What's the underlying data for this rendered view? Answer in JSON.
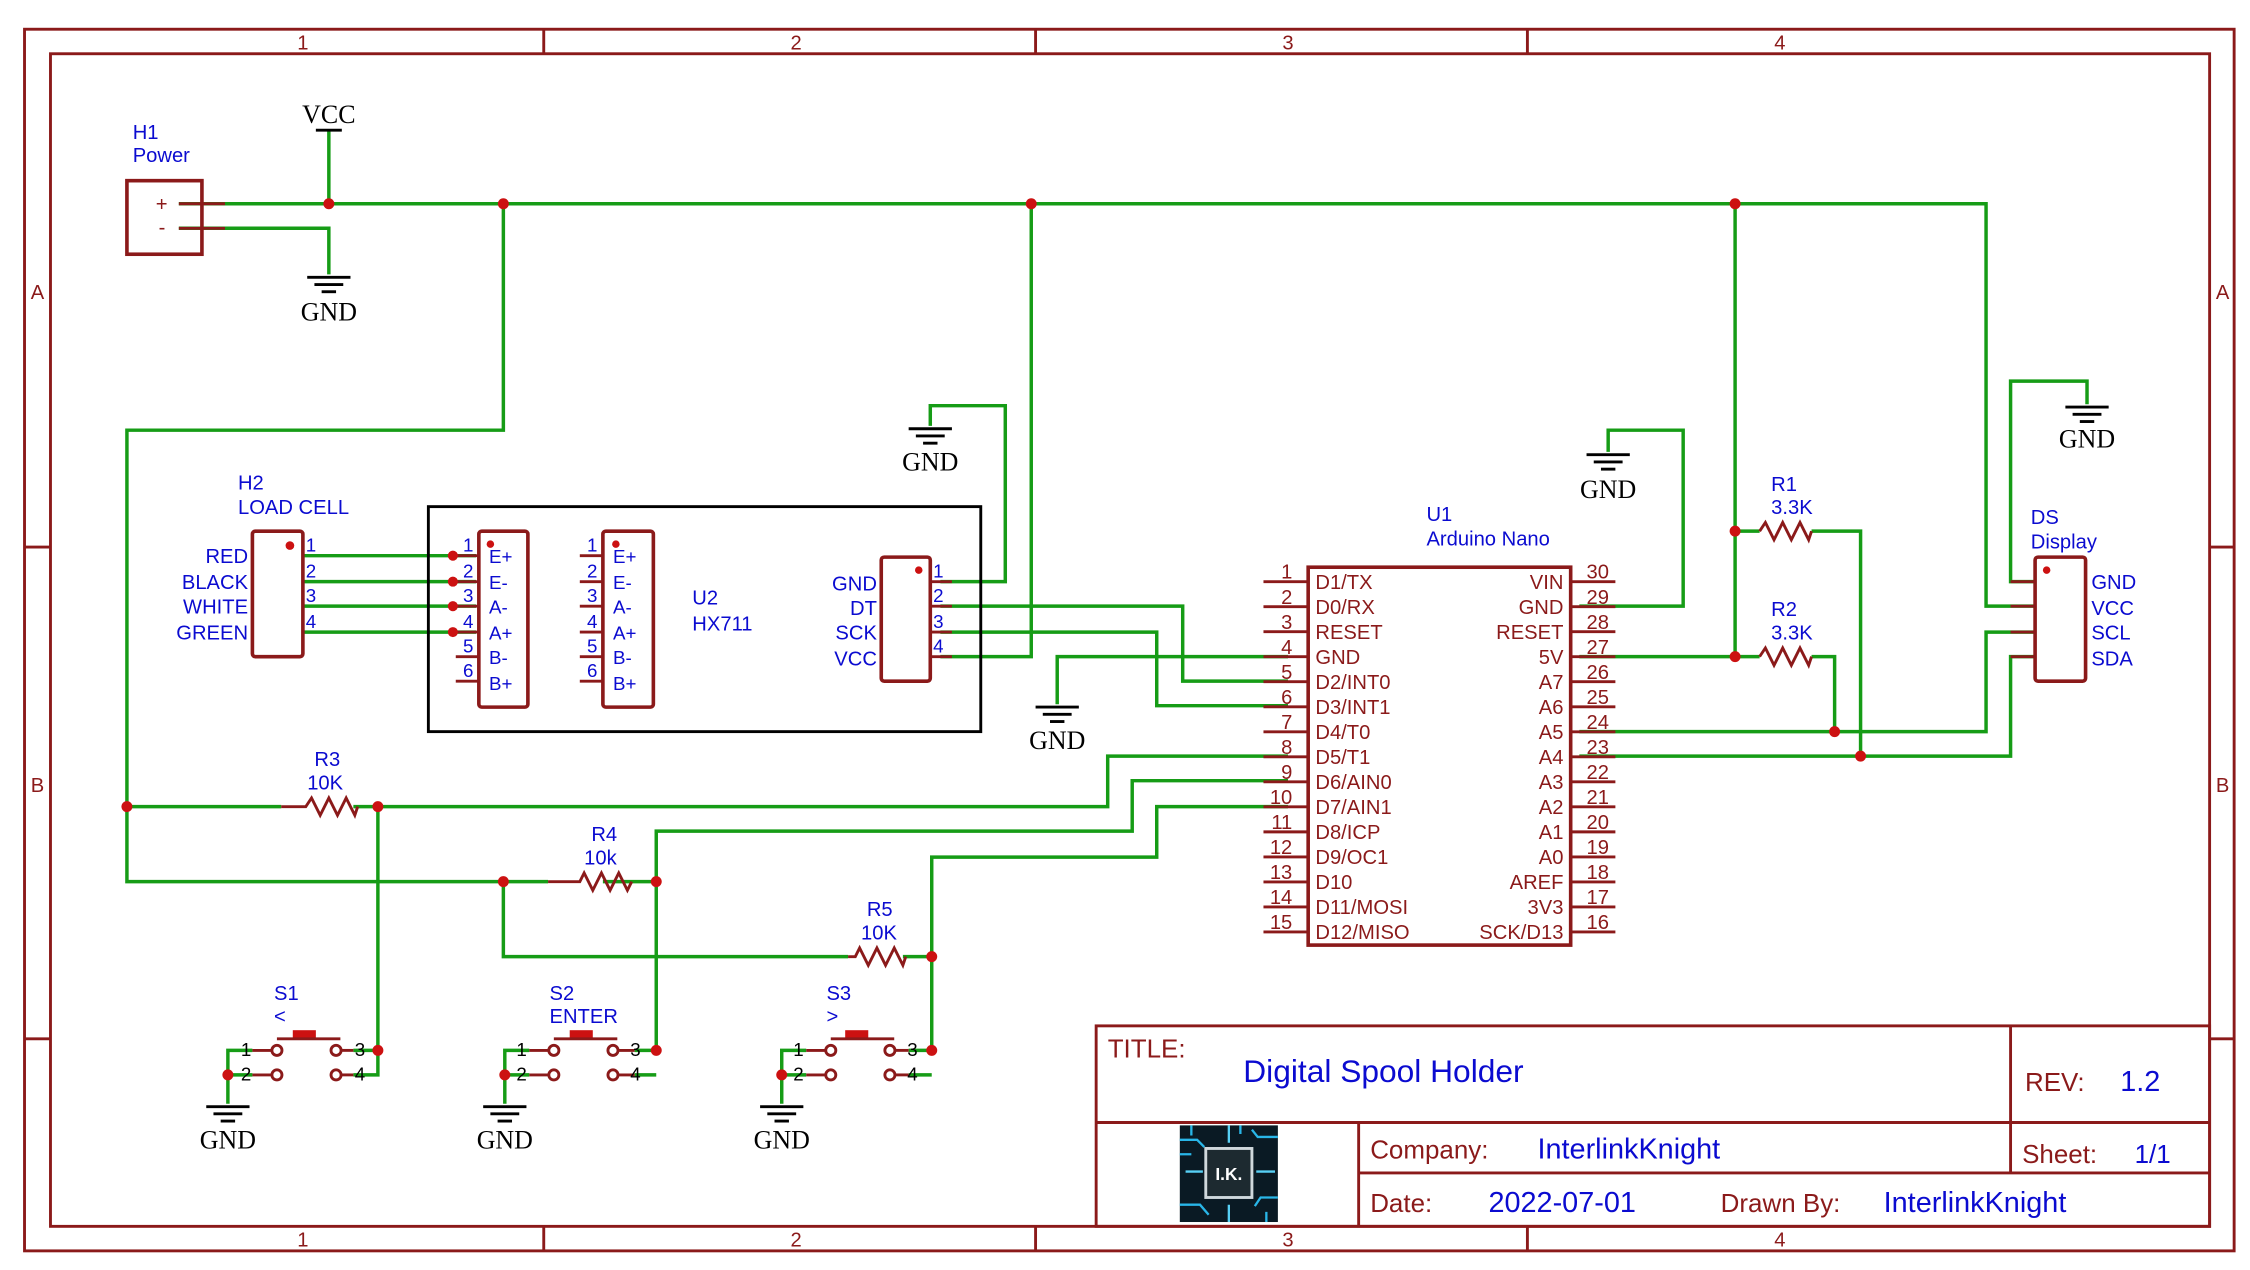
{
  "frame": {
    "columns": [
      "1",
      "2",
      "3",
      "4"
    ],
    "rows": [
      "A",
      "B"
    ]
  },
  "title_block": {
    "title_label": "TITLE:",
    "title": "Digital Spool Holder",
    "rev_label": "REV:",
    "rev": "1.2",
    "company_label": "Company:",
    "company": "InterlinkKnight",
    "sheet_label": "Sheet:",
    "sheet": "1/1",
    "date_label": "Date:",
    "date": "2022-07-01",
    "drawn_by_label": "Drawn By:",
    "drawn_by": "InterlinkKnight",
    "logo_text": "I.K."
  },
  "power": {
    "ref": "H1",
    "name": "Power",
    "plus": "+",
    "minus": "-"
  },
  "net_labels": {
    "vcc": "VCC",
    "gnd": "GND"
  },
  "load_cell": {
    "ref": "H2",
    "name": "LOAD CELL",
    "wires": [
      "RED",
      "BLACK",
      "WHITE",
      "GREEN"
    ],
    "pins": [
      "1",
      "2",
      "3",
      "4"
    ]
  },
  "hx711": {
    "ref": "U2",
    "name": "HX711",
    "pins": [
      "1",
      "2",
      "3",
      "4",
      "5",
      "6"
    ],
    "in_names": [
      "E+",
      "E-",
      "A-",
      "A+",
      "B-",
      "B+"
    ],
    "out_names": [
      "GND",
      "DT",
      "SCK",
      "VCC"
    ],
    "out_pins": [
      "1",
      "2",
      "3",
      "4"
    ]
  },
  "arduino": {
    "ref": "U1",
    "name": "Arduino Nano",
    "left_pins": [
      "1",
      "2",
      "3",
      "4",
      "5",
      "6",
      "7",
      "8",
      "9",
      "10",
      "11",
      "12",
      "13",
      "14",
      "15"
    ],
    "left_names": [
      "D1/TX",
      "D0/RX",
      "RESET",
      "GND",
      "D2/INT0",
      "D3/INT1",
      "D4/T0",
      "D5/T1",
      "D6/AIN0",
      "D7/AIN1",
      "D8/ICP",
      "D9/OC1",
      "D10",
      "D11/MOSI",
      "D12/MISO"
    ],
    "right_pins": [
      "30",
      "29",
      "28",
      "27",
      "26",
      "25",
      "24",
      "23",
      "22",
      "21",
      "20",
      "19",
      "18",
      "17",
      "16"
    ],
    "right_names": [
      "VIN",
      "GND",
      "RESET",
      "5V",
      "A7",
      "A6",
      "A5",
      "A4",
      "A3",
      "A2",
      "A1",
      "A0",
      "AREF",
      "3V3",
      "SCK/D13"
    ]
  },
  "display": {
    "ref": "DS",
    "name": "Display",
    "pins": [
      "GND",
      "VCC",
      "SCL",
      "SDA"
    ]
  },
  "resistors": {
    "r1": {
      "ref": "R1",
      "value": "3.3K"
    },
    "r2": {
      "ref": "R2",
      "value": "3.3K"
    },
    "r3": {
      "ref": "R3",
      "value": "10K"
    },
    "r4": {
      "ref": "R4",
      "value": "10k"
    },
    "r5": {
      "ref": "R5",
      "value": "10K"
    }
  },
  "switches": {
    "s1": {
      "ref": "S1",
      "name": "<"
    },
    "s2": {
      "ref": "S2",
      "name": "ENTER"
    },
    "s3": {
      "ref": "S3",
      "name": ">"
    },
    "pins": [
      "1",
      "2",
      "3",
      "4"
    ]
  },
  "colors": {
    "frame": "#8b1a1a",
    "wire": "#169c16",
    "junction": "#cc1111",
    "text_blue": "#0b0bd0"
  }
}
